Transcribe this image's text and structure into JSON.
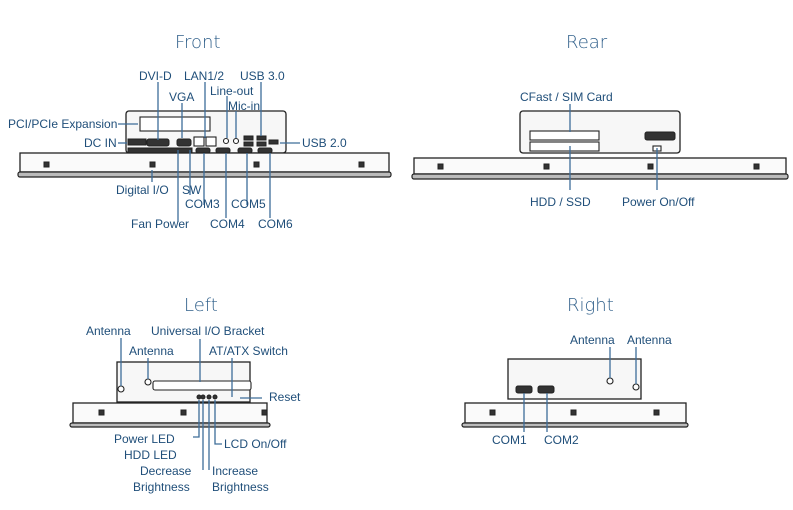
{
  "views": {
    "front": {
      "title": "Front",
      "labels": {
        "dvi_d": "DVI-D",
        "lan": "LAN1/2",
        "usb3": "USB 3.0",
        "vga": "VGA",
        "line_out": "Line-out",
        "mic_in": "Mic-in",
        "pci": "PCI/PCIe Expansion",
        "dc_in": "DC IN",
        "usb2": "USB 2.0",
        "digital_io": "Digital I/O",
        "sw": "SW",
        "com3": "COM3",
        "com5": "COM5",
        "fan_power": "Fan Power",
        "com4": "COM4",
        "com6": "COM6"
      }
    },
    "rear": {
      "title": "Rear",
      "labels": {
        "cfast": "CFast / SIM Card",
        "hdd": "HDD / SSD",
        "power": "Power On/Off"
      }
    },
    "left": {
      "title": "Left",
      "labels": {
        "antenna1": "Antenna",
        "bracket": "Universal I/O Bracket",
        "antenna2": "Antenna",
        "atatx": "AT/ATX Switch",
        "reset": "Reset",
        "power_led": "Power LED",
        "hdd_led": "HDD LED",
        "lcd": "LCD On/Off",
        "decrease": "Decrease",
        "decrease2": "Brightness",
        "increase": "Increase",
        "increase2": "Brightness"
      }
    },
    "right": {
      "title": "Right",
      "labels": {
        "antenna1": "Antenna",
        "antenna2": "Antenna",
        "com1": "COM1",
        "com2": "COM2"
      }
    }
  }
}
